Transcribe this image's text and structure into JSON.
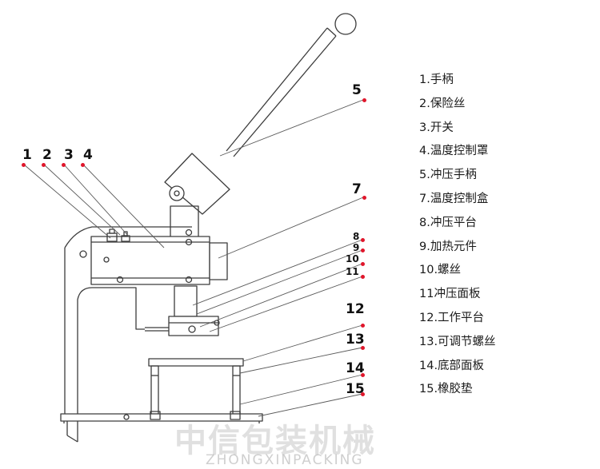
{
  "legend": [
    "1.手柄",
    "2.保险丝",
    "3.开关",
    "4.温度控制罩",
    "5.冲压手柄",
    "7.温度控制盒",
    "8.冲压平台",
    "9.加热元件",
    "10.螺丝",
    "11冲压面板",
    "12.工作平台",
    "13.可调节螺丝",
    "14.底部面板",
    "15.橡胶垫"
  ],
  "callouts": [
    "1",
    "2",
    "3",
    "4",
    "5",
    "7",
    "8",
    "9",
    "10",
    "11",
    "12",
    "13",
    "14",
    "15"
  ],
  "watermark": {
    "brand": "中信包装机械",
    "brand_latin": "ZHONGXINPACKING"
  },
  "colors": {
    "line": "#3c3c3c",
    "dot": "#e0162b"
  }
}
